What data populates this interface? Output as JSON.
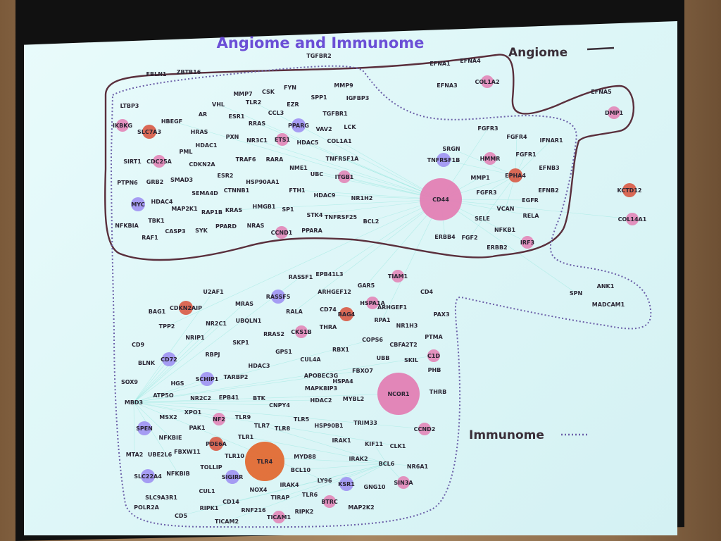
{
  "title": "Angiome and Immunome",
  "legend": {
    "angiome_label": "Angiome",
    "immunome_label": "Immunome"
  },
  "colors": {
    "title": "#6b4fd6",
    "node_blue": "#9b8cf2",
    "node_pink": "#e37fb4",
    "node_red": "#d8503a",
    "node_orange": "#e26a33",
    "edge": "#8fe6dc",
    "outline": "#5a2f3c"
  },
  "nodes": [
    {
      "label": "EFNA1"
    },
    {
      "label": "EFNA4"
    },
    {
      "label": "EFNA3"
    },
    {
      "label": "COL1A2",
      "kind": "pink"
    },
    {
      "label": "EFNA5"
    },
    {
      "label": "DMP1",
      "kind": "pink"
    },
    {
      "label": "TGFBR2"
    },
    {
      "label": "FBLN1"
    },
    {
      "label": "ZBTB16"
    },
    {
      "label": "MMP7"
    },
    {
      "label": "CSK"
    },
    {
      "label": "FYN"
    },
    {
      "label": "MMP9"
    },
    {
      "label": "LTBP3"
    },
    {
      "label": "VHL"
    },
    {
      "label": "TLR2"
    },
    {
      "label": "EZR"
    },
    {
      "label": "SPP1"
    },
    {
      "label": "IGFBP3"
    },
    {
      "label": "IKBKG",
      "kind": "pink"
    },
    {
      "label": "HBEGF"
    },
    {
      "label": "AR"
    },
    {
      "label": "ESR1"
    },
    {
      "label": "CCL3"
    },
    {
      "label": "TGFBR1"
    },
    {
      "label": "SLC7A3",
      "kind": "red"
    },
    {
      "label": "HRAS"
    },
    {
      "label": "RRAS"
    },
    {
      "label": "PPARG",
      "kind": "blue"
    },
    {
      "label": "VAV2"
    },
    {
      "label": "LCK"
    },
    {
      "label": "HDAC1"
    },
    {
      "label": "PXN"
    },
    {
      "label": "NR3C1"
    },
    {
      "label": "ETS1",
      "kind": "pink"
    },
    {
      "label": "HDAC5"
    },
    {
      "label": "COL1A1"
    },
    {
      "label": "PML"
    },
    {
      "label": "TRAF6"
    },
    {
      "label": "RARA"
    },
    {
      "label": "TNFRSF1A"
    },
    {
      "label": "SIRT1"
    },
    {
      "label": "CDC25A",
      "kind": "pink"
    },
    {
      "label": "CDKN2A"
    },
    {
      "label": "NME1"
    },
    {
      "label": "PTPN6"
    },
    {
      "label": "GRB2"
    },
    {
      "label": "SMAD3"
    },
    {
      "label": "ESR2"
    },
    {
      "label": "UBC"
    },
    {
      "label": "ITGB1",
      "kind": "pink"
    },
    {
      "label": "SEMA4D"
    },
    {
      "label": "CTNNB1"
    },
    {
      "label": "HSP90AA1"
    },
    {
      "label": "FTH1"
    },
    {
      "label": "MYC",
      "kind": "blue"
    },
    {
      "label": "HDAC4"
    },
    {
      "label": "MAP2K1"
    },
    {
      "label": "HDAC9"
    },
    {
      "label": "NR1H2"
    },
    {
      "label": "RAP1B"
    },
    {
      "label": "KRAS"
    },
    {
      "label": "HMGB1"
    },
    {
      "label": "NFKBIA"
    },
    {
      "label": "TBK1"
    },
    {
      "label": "SP1"
    },
    {
      "label": "STK4"
    },
    {
      "label": "RAF1"
    },
    {
      "label": "CASP3"
    },
    {
      "label": "SYK"
    },
    {
      "label": "PPARD"
    },
    {
      "label": "NRAS"
    },
    {
      "label": "CCND1",
      "kind": "pink"
    },
    {
      "label": "PPARA"
    },
    {
      "label": "TNFRSF25"
    },
    {
      "label": "BCL2"
    },
    {
      "label": "FGFR3"
    },
    {
      "label": "FGFR4"
    },
    {
      "label": "IFNAR1"
    },
    {
      "label": "SRGN"
    },
    {
      "label": "HMMR",
      "kind": "pink"
    },
    {
      "label": "FGFR1"
    },
    {
      "label": "TNFRSF1B",
      "kind": "blue"
    },
    {
      "label": "EPHA4",
      "kind": "red"
    },
    {
      "label": "EFNB3"
    },
    {
      "label": "MMP1"
    },
    {
      "label": "CD44",
      "kind": "hub_pink"
    },
    {
      "label": "FGFR3"
    },
    {
      "label": "EGFR"
    },
    {
      "label": "EFNB2"
    },
    {
      "label": "VCAN"
    },
    {
      "label": "SELE"
    },
    {
      "label": "RELA"
    },
    {
      "label": "ERBB4"
    },
    {
      "label": "FGF2"
    },
    {
      "label": "NFKB1"
    },
    {
      "label": "ERBB2"
    },
    {
      "label": "IRF3",
      "kind": "pink"
    },
    {
      "label": "KCTD12",
      "kind": "red"
    },
    {
      "label": "COL14A1",
      "kind": "pink"
    },
    {
      "label": "ANK1"
    },
    {
      "label": "SPN"
    },
    {
      "label": "MADCAM1"
    },
    {
      "label": "RASSF1"
    },
    {
      "label": "EPB41L3"
    },
    {
      "label": "TIAM1",
      "kind": "pink"
    },
    {
      "label": "U2AF1"
    },
    {
      "label": "ARHGEF12"
    },
    {
      "label": "GAR5"
    },
    {
      "label": "CD4"
    },
    {
      "label": "RASSF5",
      "kind": "blue"
    },
    {
      "label": "HSPA1A",
      "kind": "pink"
    },
    {
      "label": "BAG1"
    },
    {
      "label": "CDKN2AIP",
      "kind": "red"
    },
    {
      "label": "MRAS"
    },
    {
      "label": "RALA"
    },
    {
      "label": "CD74"
    },
    {
      "label": "BAG4",
      "kind": "red"
    },
    {
      "label": "ARHGEF1"
    },
    {
      "label": "PAX3"
    },
    {
      "label": "TPP2"
    },
    {
      "label": "NR2C1"
    },
    {
      "label": "UBQLN1"
    },
    {
      "label": "THRA"
    },
    {
      "label": "RPA1"
    },
    {
      "label": "NR1H3"
    },
    {
      "label": "NRIP1"
    },
    {
      "label": "RRAS2"
    },
    {
      "label": "CKS1B",
      "kind": "pink"
    },
    {
      "label": "PTMA"
    },
    {
      "label": "CD9"
    },
    {
      "label": "SKP1"
    },
    {
      "label": "COPS6"
    },
    {
      "label": "CBFA2T2"
    },
    {
      "label": "RBPJ"
    },
    {
      "label": "GPS1"
    },
    {
      "label": "RBX1"
    },
    {
      "label": "C1D",
      "kind": "pink"
    },
    {
      "label": "BLNK"
    },
    {
      "label": "CD72",
      "kind": "blue"
    },
    {
      "label": "CUL4A"
    },
    {
      "label": "UBB"
    },
    {
      "label": "SKIL"
    },
    {
      "label": "HDAC3"
    },
    {
      "label": "FBXO7"
    },
    {
      "label": "PHB"
    },
    {
      "label": "SOX9"
    },
    {
      "label": "HGS"
    },
    {
      "label": "SCHIP1",
      "kind": "blue"
    },
    {
      "label": "TARBP2"
    },
    {
      "label": "APOBEC3G"
    },
    {
      "label": "HSPA4"
    },
    {
      "label": "NCOR1",
      "kind": "hub_pink"
    },
    {
      "label": "THRB"
    },
    {
      "label": "ATP5O"
    },
    {
      "label": "MAPK8IP3"
    },
    {
      "label": "MBD3"
    },
    {
      "label": "BTK"
    },
    {
      "label": "HDAC2"
    },
    {
      "label": "MYBL2"
    },
    {
      "label": "NR2C2"
    },
    {
      "label": "EPB41"
    },
    {
      "label": "CNPY4"
    },
    {
      "label": "XPO1"
    },
    {
      "label": "MSX2"
    },
    {
      "label": "NF2",
      "kind": "pink"
    },
    {
      "label": "TLR9"
    },
    {
      "label": "TLR5"
    },
    {
      "label": "HSP90B1"
    },
    {
      "label": "TRIM33"
    },
    {
      "label": "CCND2",
      "kind": "pink"
    },
    {
      "label": "SPEN",
      "kind": "blue"
    },
    {
      "label": "PAK1"
    },
    {
      "label": "TLR7"
    },
    {
      "label": "TLR8"
    },
    {
      "label": "NFKBIE"
    },
    {
      "label": "PDE6A",
      "kind": "red"
    },
    {
      "label": "TLR1"
    },
    {
      "label": "IRAK1"
    },
    {
      "label": "KIF11"
    },
    {
      "label": "CLK1"
    },
    {
      "label": "FBXW11"
    },
    {
      "label": "TLR10"
    },
    {
      "label": "TLR4",
      "kind": "hub_orange"
    },
    {
      "label": "MYD88"
    },
    {
      "label": "IRAK2"
    },
    {
      "label": "BCL6"
    },
    {
      "label": "NR6A1"
    },
    {
      "label": "MTA2"
    },
    {
      "label": "UBE2L6"
    },
    {
      "label": "BCL10"
    },
    {
      "label": "SLC22A4",
      "kind": "blue"
    },
    {
      "label": "NFKBIB"
    },
    {
      "label": "TOLLIP"
    },
    {
      "label": "SIGIRR",
      "kind": "blue"
    },
    {
      "label": "LY96"
    },
    {
      "label": "KSR1",
      "kind": "blue"
    },
    {
      "label": "GNG10"
    },
    {
      "label": "SIN3A",
      "kind": "pink"
    },
    {
      "label": "SLC9A3R1"
    },
    {
      "label": "CUL1"
    },
    {
      "label": "NOX4"
    },
    {
      "label": "IRAK4"
    },
    {
      "label": "TIRAP"
    },
    {
      "label": "TLR6"
    },
    {
      "label": "POLR2A"
    },
    {
      "label": "RIPK1"
    },
    {
      "label": "CD14"
    },
    {
      "label": "BTRC",
      "kind": "pink"
    },
    {
      "label": "MAP2K2"
    },
    {
      "label": "CD5"
    },
    {
      "label": "RNF216"
    },
    {
      "label": "TICAM2"
    },
    {
      "label": "RIPK2"
    },
    {
      "label": "TICAM1",
      "kind": "pink"
    }
  ]
}
